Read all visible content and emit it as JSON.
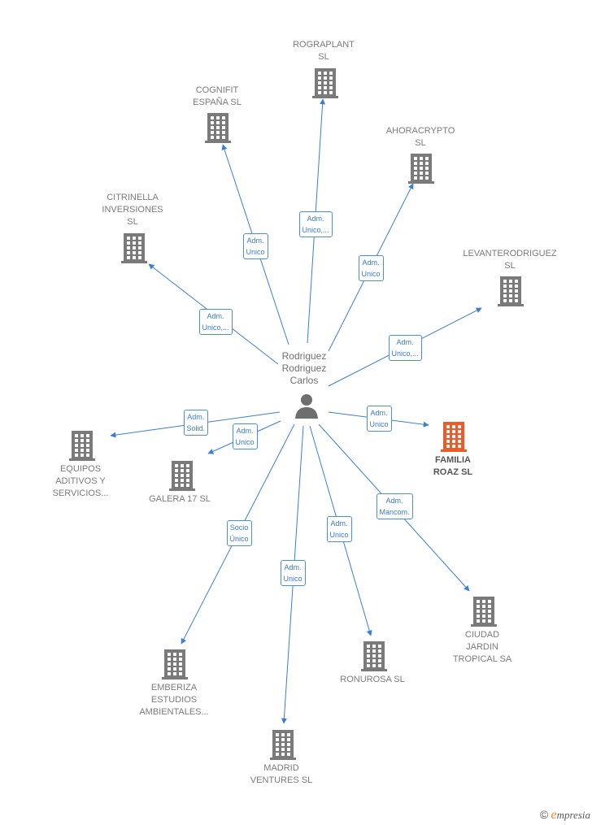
{
  "colors": {
    "edge": "#3a7fd5",
    "building": "#7a7a7a",
    "highlight": "#f05a28",
    "person": "#6e6e6e"
  },
  "person": {
    "name": "Rodriguez\nRodriguez\nCarlos",
    "icon": "person-icon"
  },
  "companies": [
    {
      "id": "rograplant",
      "name": "ROGRAPLANT\nSL",
      "highlight": false
    },
    {
      "id": "cognifit",
      "name": "COGNIFIT\nESPAÑA SL",
      "highlight": false
    },
    {
      "id": "ahoracrypto",
      "name": "AHORACRYPTO\nSL",
      "highlight": false
    },
    {
      "id": "citrinella",
      "name": "CITRINELLA\nINVERSIONES\nSL",
      "highlight": false
    },
    {
      "id": "levanterodriguez",
      "name": "LEVANTERODRIGUEZ\nSL",
      "highlight": false
    },
    {
      "id": "equipos",
      "name": "EQUIPOS\nADITIVOS Y\nSERVICIOS...",
      "highlight": false
    },
    {
      "id": "galera",
      "name": "GALERA 17  SL",
      "highlight": false
    },
    {
      "id": "familia",
      "name": "FAMILIA\nROAZ  SL",
      "highlight": true
    },
    {
      "id": "ciudad",
      "name": "CIUDAD\nJARDIN\nTROPICAL SA",
      "highlight": false
    },
    {
      "id": "emberiza",
      "name": "EMBERIZA\nESTUDIOS\nAMBIENTALES...",
      "highlight": false
    },
    {
      "id": "ronurosa",
      "name": "RONUROSA SL",
      "highlight": false
    },
    {
      "id": "madrid",
      "name": "MADRID\nVENTURES  SL",
      "highlight": false
    }
  ],
  "relations": [
    {
      "to": "rograplant",
      "label": "Adm.\nUnico,..."
    },
    {
      "to": "cognifit",
      "label": "Adm.\nUnico"
    },
    {
      "to": "ahoracrypto",
      "label": "Adm.\nUnico"
    },
    {
      "to": "citrinella",
      "label": "Adm.\nUnico,..."
    },
    {
      "to": "levanterodriguez",
      "label": "Adm.\nUnico,..."
    },
    {
      "to": "equipos",
      "label": "Adm.\nSolid."
    },
    {
      "to": "galera",
      "label": "Adm.\nUnico"
    },
    {
      "to": "familia",
      "label": "Adm.\nUnico"
    },
    {
      "to": "ciudad",
      "label": "Adm.\nMancom."
    },
    {
      "to": "emberiza",
      "label": "Socio\nÚnico"
    },
    {
      "to": "ronurosa",
      "label": "Adm.\nUnico"
    },
    {
      "to": "madrid",
      "label": "Adm.\nUnico"
    }
  ],
  "footer": {
    "copyright_symbol": "©",
    "brand_initial": "e",
    "brand_rest": "mpresia"
  }
}
